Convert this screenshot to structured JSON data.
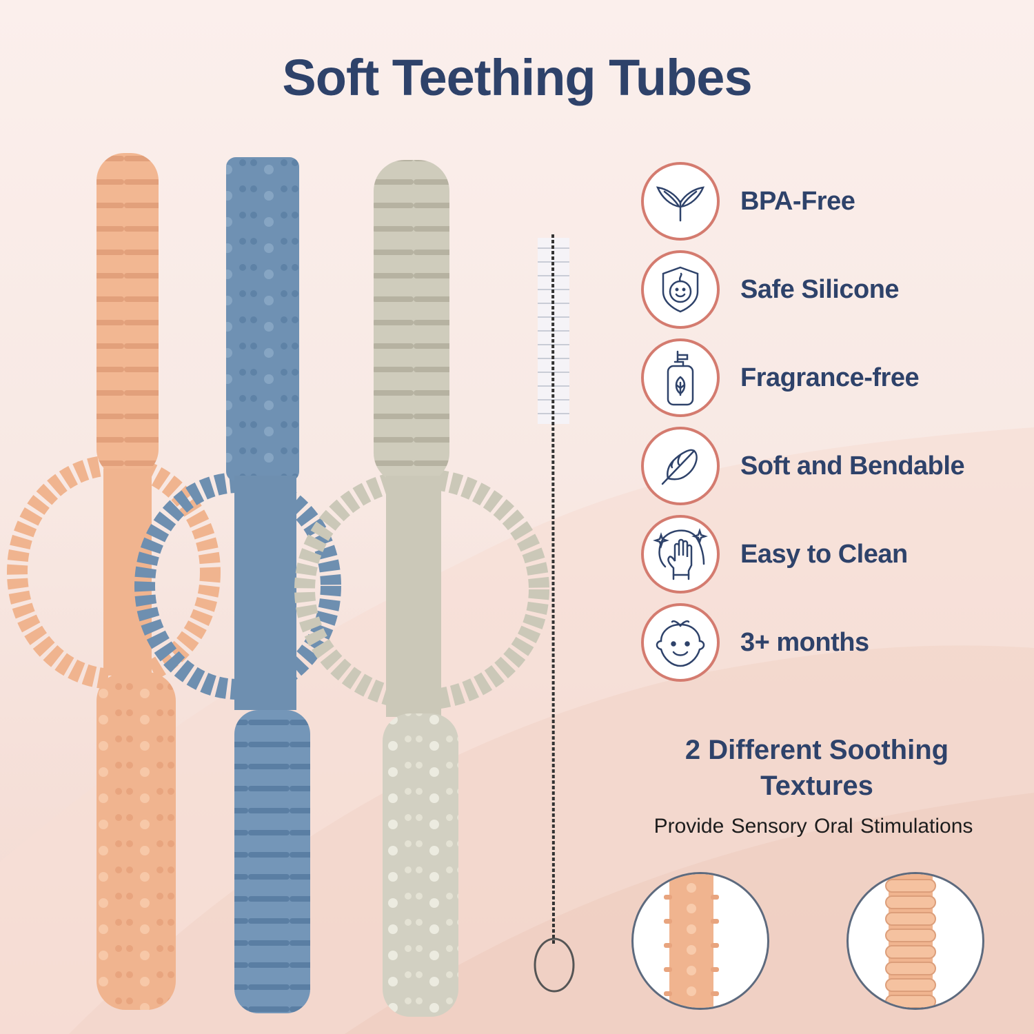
{
  "title": "Soft Teething Tubes",
  "colors": {
    "title": "#2e426a",
    "icon_ring": "#d47b6f",
    "peach_tube": "#f0b48f",
    "blue_tube": "#6e8fb0",
    "sage_tube": "#cbc8b8",
    "background": "#fbefec"
  },
  "features": [
    {
      "icon": "leaf-sprout-icon",
      "label": "BPA-Free"
    },
    {
      "icon": "baby-shield-icon",
      "label": "Safe Silicone"
    },
    {
      "icon": "spray-bottle-leaf-icon",
      "label": "Fragrance-free"
    },
    {
      "icon": "feather-icon",
      "label": "Soft and Bendable"
    },
    {
      "icon": "hand-sparkle-clean-icon",
      "label": "Easy to Clean"
    },
    {
      "icon": "baby-face-icon",
      "label": "3+ months"
    }
  ],
  "textures": {
    "title_line1": "2 Different Soothing",
    "title_line2": "Textures",
    "subtitle": "Provide Sensory  Oral Stimulations",
    "items": [
      {
        "name": "nubby-texture"
      },
      {
        "name": "ridged-texture"
      }
    ]
  },
  "products": [
    {
      "name": "peach-teething-tube",
      "top_texture": "ridged",
      "bottom_texture": "nubby"
    },
    {
      "name": "blue-teething-tube",
      "top_texture": "nubby",
      "bottom_texture": "ridged"
    },
    {
      "name": "sage-teething-tube",
      "top_texture": "ridged",
      "bottom_texture": "nubby"
    },
    {
      "name": "cleaning-brush"
    }
  ]
}
